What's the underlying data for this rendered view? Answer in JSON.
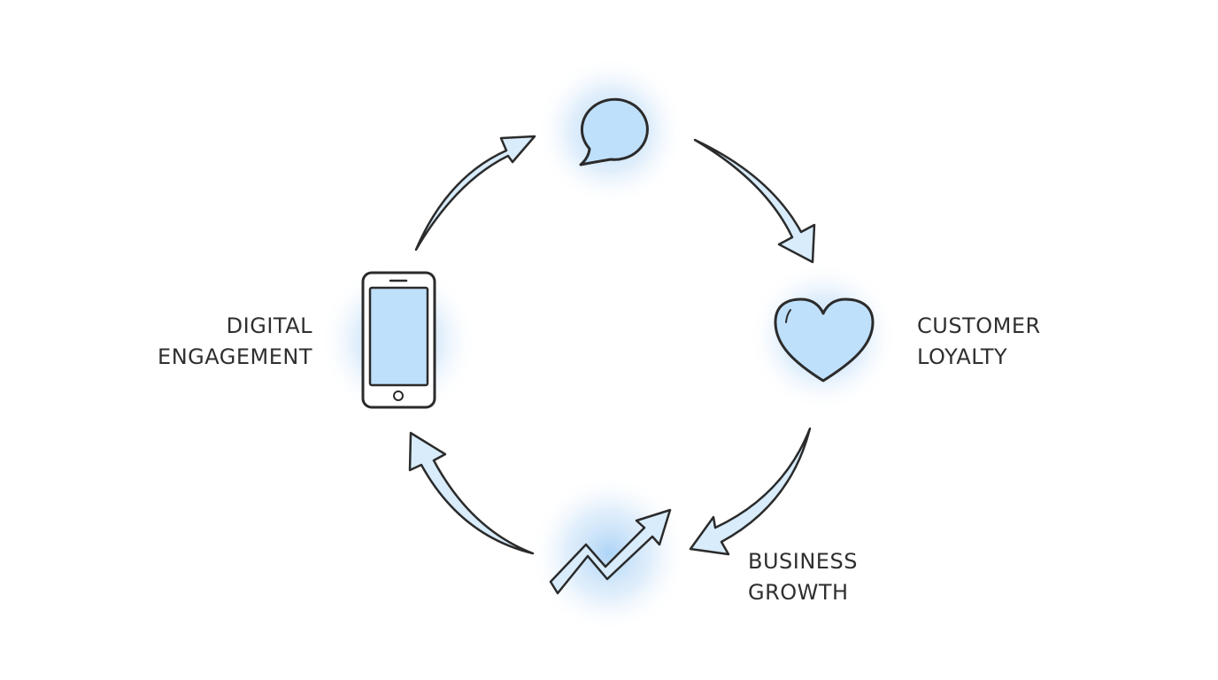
{
  "colors": {
    "stroke": "#2b2b2b",
    "glow": "#9fcdf5",
    "fill_light": "#bfe0fb",
    "arrow_fill": "#d8ecfc"
  },
  "nodes": {
    "chat": {
      "icon": "speech-bubble-icon"
    },
    "heart": {
      "icon": "heart-icon",
      "label_lines": [
        "CUSTOMER",
        "LOYALTY"
      ]
    },
    "trend": {
      "icon": "trend-up-arrow-icon",
      "label_lines": [
        "BUSINESS",
        "GROWTH"
      ]
    },
    "phone": {
      "icon": "smartphone-icon",
      "label_lines": [
        "DIGITAL",
        "ENGAGEMENT"
      ]
    }
  },
  "cycle_arrows": [
    {
      "from": "phone",
      "to": "chat"
    },
    {
      "from": "chat",
      "to": "heart"
    },
    {
      "from": "heart",
      "to": "trend"
    },
    {
      "from": "trend",
      "to": "phone"
    }
  ]
}
